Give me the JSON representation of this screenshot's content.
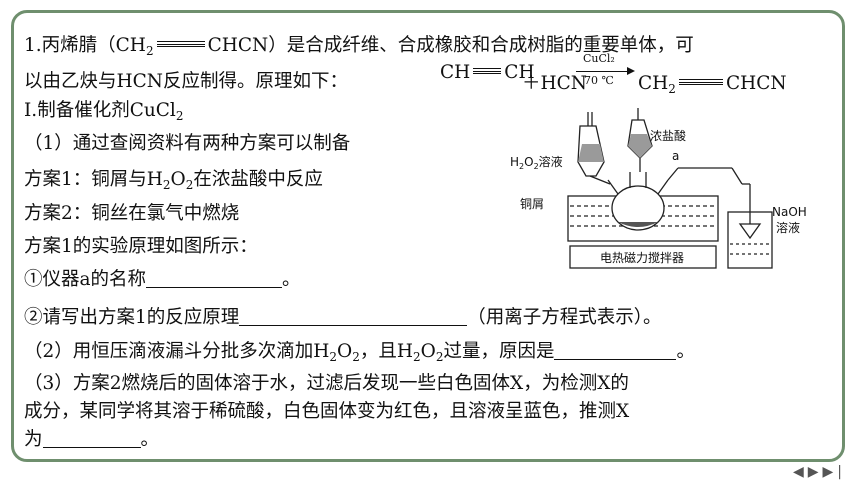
{
  "q_line1_a": "1.丙烯腈（CH",
  "q_line1_sub": "2",
  "q_line1_b": "CHCN）是合成纤维、合成橡胶和合成树脂的重要单体，可",
  "q_line2": "以由乙炔与HCN反应制得。原理如下：",
  "eq_left": "CH",
  "eq_left2": "CH",
  "eq_plus": "＋HCN",
  "eq_catalyst": "CuCl₂",
  "eq_temp": "70 ℃",
  "eq_prod_a": "CH",
  "eq_prod_sub": "2",
  "eq_prod_b": "CHCN",
  "part1_a": "I.制备催化剂CuCl",
  "part1_sub": "2",
  "p1_line1": "（1）通过查阅资料有两种方案可以制备",
  "p1_plan1_a": "方案1：铜屑与H",
  "p1_plan1_sub1": "2",
  "p1_plan1_b": "O",
  "p1_plan1_sub2": "2",
  "p1_plan1_c": "在浓盐酸中反应",
  "p1_plan2": "方案2：铜丝在氯气中燃烧",
  "p1_principle": "方案1的实验原理如图所示：",
  "p1_q1_a": "①仪器a的名称",
  "p1_q1_b": "。",
  "p1_q2_a": "②请写出方案1的反应原理",
  "p1_q2_b": "（用离子方程式表示）。",
  "p2_a": "（2）用恒压滴液漏斗分批多次滴加H",
  "p2_sub1": "2",
  "p2_b": "O",
  "p2_sub2": "2",
  "p2_c": "，且H",
  "p2_sub3": "2",
  "p2_d": "O",
  "p2_sub4": "2",
  "p2_e": "过量，原因是",
  "p2_f": "。",
  "p3_line1": "（3）方案2燃烧后的固体溶于水，过滤后发现一些白色固体X，为检测X的",
  "p3_line2": "成分，某同学将其溶于稀硫酸，白色固体变为红色，且溶液呈蓝色，推测X",
  "p3_line3_a": "为",
  "p3_line3_b": "。",
  "fig_h2o2_a": "H",
  "fig_h2o2_b": "O",
  "fig_h2o2_c": "溶液",
  "fig_hcl": "浓盐酸",
  "fig_a": "a",
  "fig_cu": "铜屑",
  "fig_naoh1": "NaOH",
  "fig_naoh2": "溶液",
  "fig_stirrer": "电热磁力搅拌器",
  "nav_prev": "◀",
  "nav_next": "▶",
  "nav_last": "▶|"
}
